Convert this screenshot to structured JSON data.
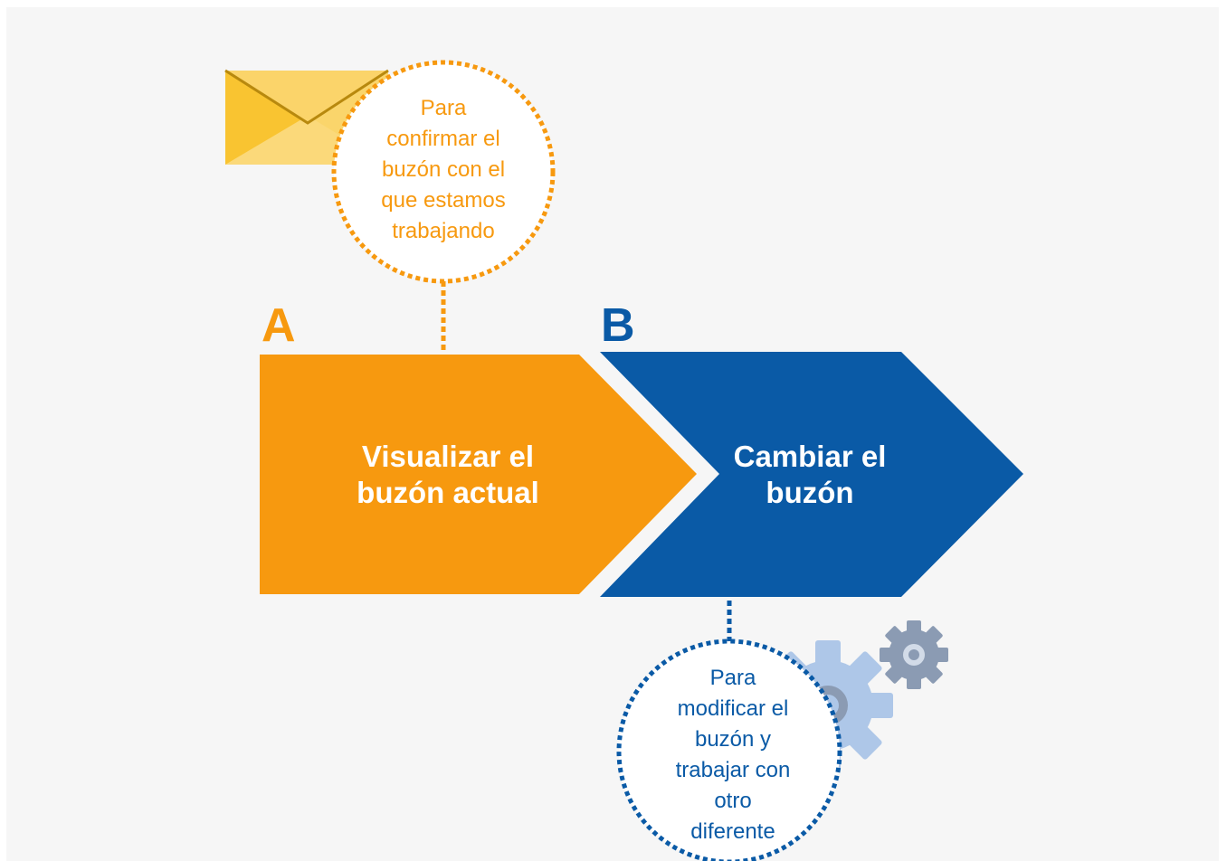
{
  "steps": [
    {
      "letter": "A",
      "label_line1": "Visualizar el",
      "label_line2": "buzón actual",
      "color": "#f7990f"
    },
    {
      "letter": "B",
      "label_line1": "Cambiar el",
      "label_line2": "buzón",
      "color": "#0a5aa6"
    }
  ],
  "callouts": [
    {
      "lines": [
        "Para",
        "confirmar el",
        "buzón con el",
        "que estamos",
        "trabajando"
      ],
      "color": "#f7990f",
      "icon": "envelope-icon"
    },
    {
      "lines": [
        "Para",
        "modificar el",
        "buzón y",
        "trabajar con",
        "otro",
        "diferente"
      ],
      "color": "#0a5aa6",
      "icon": "gears-icon"
    }
  ],
  "colors": {
    "background": "#f6f6f6",
    "envelope_light": "#fad56b",
    "envelope_dark": "#f9c431",
    "gear_large": "#aec7e8",
    "gear_small": "#8b9bb3"
  }
}
